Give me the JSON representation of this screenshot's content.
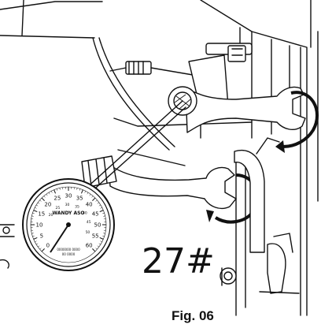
{
  "figure": {
    "caption": "Fig. 06",
    "wrench_size_label": "27#"
  },
  "gauge": {
    "brand": "WANDY ASO",
    "sub_lines": [
      "0000000 0000",
      "00 0000"
    ],
    "scale_labels": [
      "0",
      "5",
      "10",
      "15",
      "20",
      "25",
      "30",
      "35",
      "40",
      "45",
      "50",
      "55",
      "60"
    ],
    "inner_labels": [
      "20",
      "25",
      "30",
      "35",
      "40",
      "45",
      "50"
    ]
  },
  "icons": {
    "rotation_arrow_upper": "clockwise-arrow-icon",
    "rotation_arrow_lower": "clockwise-arrow-icon"
  },
  "colors": {
    "line": "#111111",
    "background": "#ffffff"
  }
}
